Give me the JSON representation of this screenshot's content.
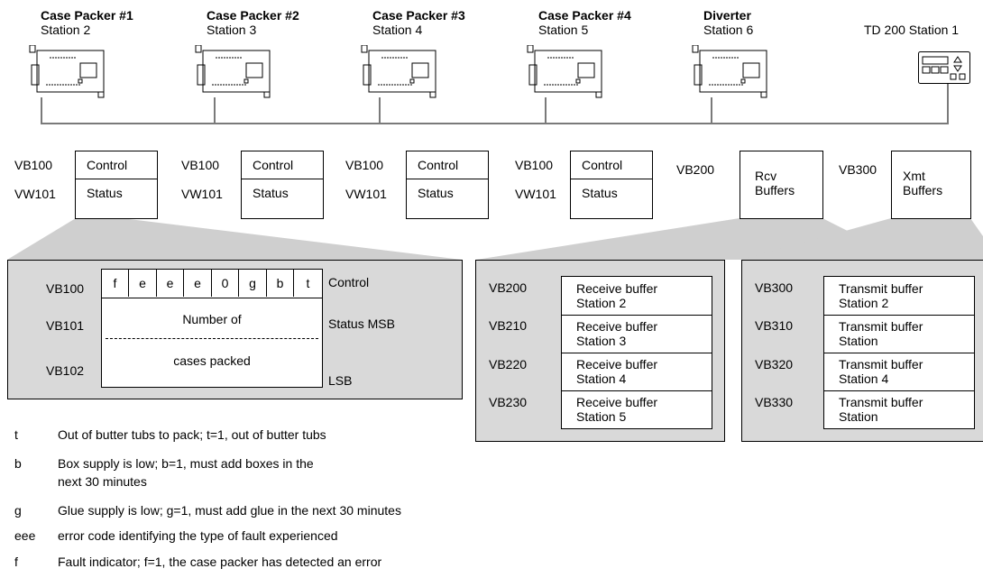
{
  "stations": [
    {
      "title": "Case Packer #1",
      "subtitle": "Station 2"
    },
    {
      "title": "Case Packer #2",
      "subtitle": "Station 3"
    },
    {
      "title": "Case Packer #3",
      "subtitle": "Station 4"
    },
    {
      "title": "Case Packer #4",
      "subtitle": "Station 5"
    },
    {
      "title": "Diverter",
      "subtitle": "Station 6"
    }
  ],
  "td200": {
    "label": "TD 200 Station 1"
  },
  "memory_blocks": [
    {
      "addr1": "VB100",
      "addr2": "VW101",
      "row1": "Control",
      "row2": "Status"
    },
    {
      "addr1": "VB100",
      "addr2": "VW101",
      "row1": "Control",
      "row2": "Status"
    },
    {
      "addr1": "VB100",
      "addr2": "VW101",
      "row1": "Control",
      "row2": "Status"
    },
    {
      "addr1": "VB100",
      "addr2": "VW101",
      "row1": "Control",
      "row2": "Status"
    }
  ],
  "rcv_block": {
    "addr": "VB200",
    "line1": "Rcv",
    "line2": "Buffers"
  },
  "xmt_block": {
    "addr": "VB300",
    "line1": "Xmt",
    "line2": "Buffers"
  },
  "detail": {
    "addr_control": "VB100",
    "addr_status_msb": "VB101",
    "addr_status_lsb": "VB102",
    "bits": [
      "f",
      "e",
      "e",
      "e",
      "0",
      "g",
      "b",
      "t"
    ],
    "number_label": "Number of",
    "cases_label": "cases packed",
    "label_control": "Control",
    "label_status_msb": "Status MSB",
    "label_lsb": "LSB"
  },
  "receive_panel": [
    {
      "addr": "VB200",
      "line1": "Receive buffer",
      "line2": "Station 2"
    },
    {
      "addr": "VB210",
      "line1": "Receive buffer",
      "line2": "Station 3"
    },
    {
      "addr": "VB220",
      "line1": "Receive buffer",
      "line2": "Station 4"
    },
    {
      "addr": "VB230",
      "line1": "Receive buffer",
      "line2": "Station 5"
    }
  ],
  "transmit_panel": [
    {
      "addr": "VB300",
      "line1": "Transmit buffer",
      "line2": "Station 2"
    },
    {
      "addr": "VB310",
      "line1": "Transmit buffer",
      "line2": "Station"
    },
    {
      "addr": "VB320",
      "line1": "Transmit buffer",
      "line2": "Station 4"
    },
    {
      "addr": "VB330",
      "line1": "Transmit buffer",
      "line2": "Station"
    }
  ],
  "legend": [
    {
      "key": "t",
      "text": "Out of butter tubs to pack; t=1, out of butter tubs"
    },
    {
      "key": "b",
      "text": "Box supply is low; b=1, must add boxes in the",
      "text2": "next 30 minutes"
    },
    {
      "key": "g",
      "text": "Glue supply is low; g=1, must add glue in the next 30 minutes"
    },
    {
      "key": "eee",
      "text": "error code identifying the type of fault experienced"
    },
    {
      "key": "f",
      "text": "Fault indicator; f=1, the case packer has detected an error"
    }
  ],
  "colors": {
    "panel": "#d9d9d9",
    "network": "#7a7a7a",
    "wedge": "#cfcfcf"
  }
}
